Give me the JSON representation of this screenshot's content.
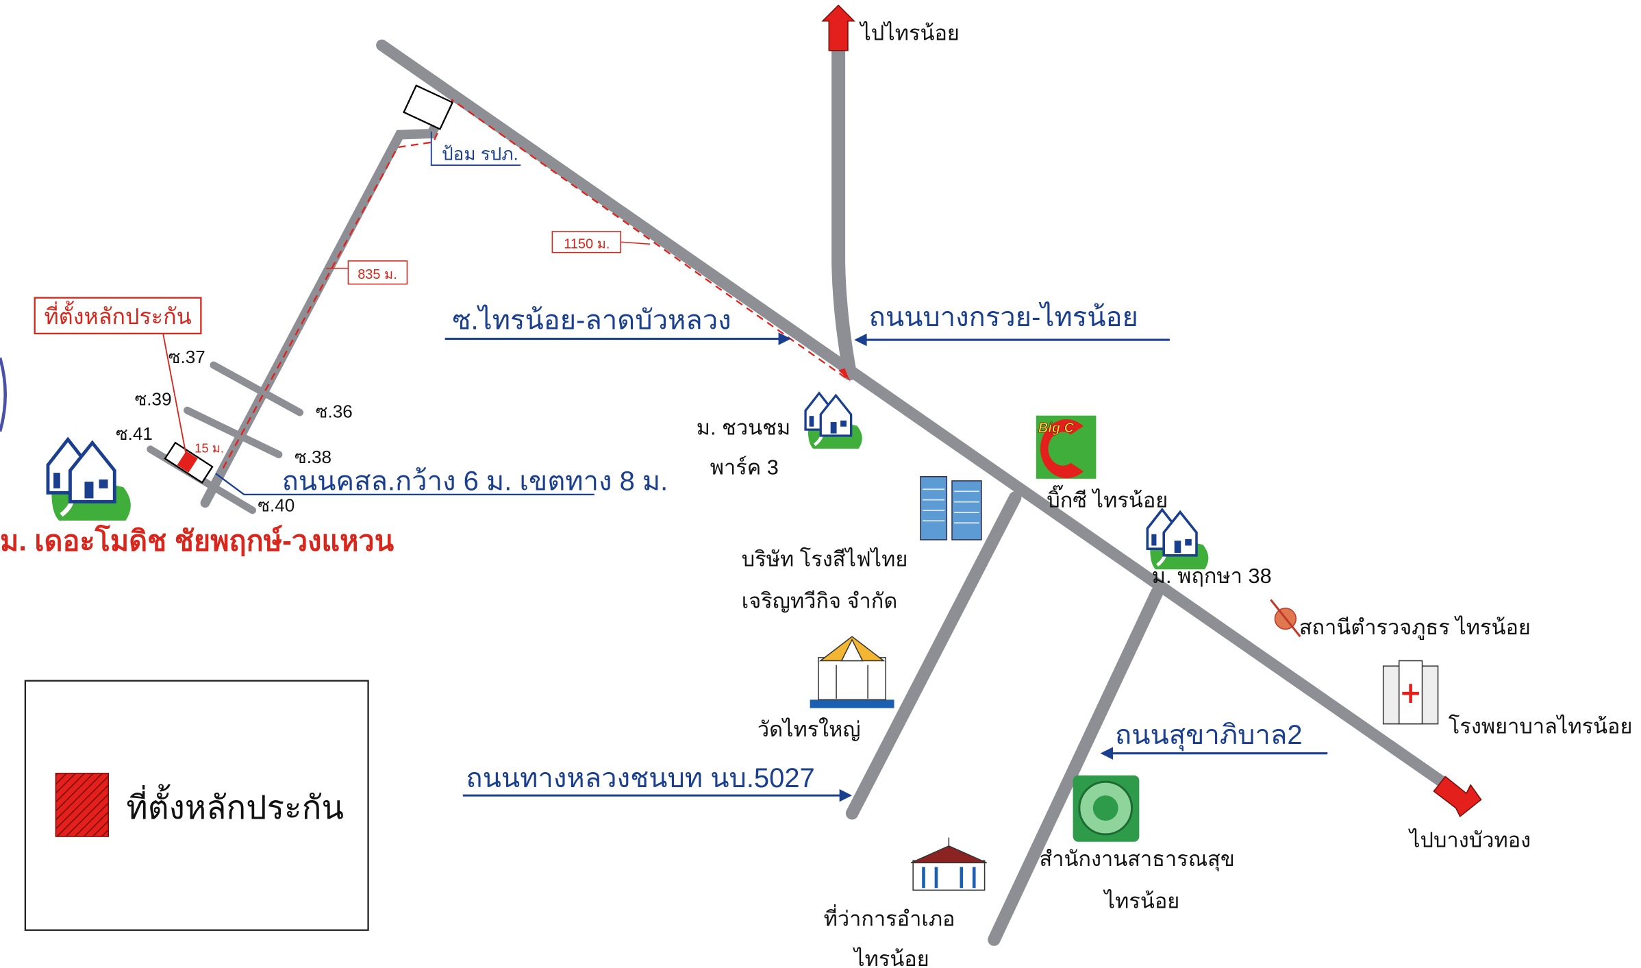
{
  "colors": {
    "road": "#8e8f95",
    "road_label": "#1b3f8f",
    "highlight": "#d8261c",
    "arrow": "#e3201b"
  },
  "directions": {
    "north": "ไปไทรน้อย",
    "southeast": "ไปบางบัวทอง"
  },
  "roads": {
    "soi_sainoi": "ซ.ไทรน้อย-ลาดบัวหลวง",
    "bangkruai": "ถนนบางกรวย-ไทรน้อย",
    "concrete": "ถนนคสล.กว้าง 6 ม. เขตทาง 8 ม.",
    "rural_road": "ถนนทางหลวงชนบท นบ.5027",
    "sukhaphiban": "ถนนสุขาภิบาล2"
  },
  "sois": [
    "ซ.37",
    "ซ.36",
    "ซ.39",
    "ซ.38",
    "ซ.41",
    "ซ.40"
  ],
  "distances": {
    "d1150": "1150 ม.",
    "d835": "835 ม.",
    "d15": "15 ม."
  },
  "landmarks": {
    "guard_booth": "ป้อม รปภ.",
    "collateral_callout": "ที่ตั้งหลักประกัน",
    "village_modish": "ม. เดอะโมดิช ชัยพฤกษ์-วงแหวน",
    "chuanchom_1": "ม. ชวนชม",
    "chuanchom_2": "พาร์ค 3",
    "bigc": "บิ๊กซี ไทรน้อย",
    "bigc_logo": "Big C",
    "company_1": "บริษัท โรงสีไฟไทย",
    "company_2": "เจริญทวีกิจ จำกัด",
    "pruksa": "ม. พฤกษา 38",
    "police": "สถานีตำรวจภูธร ไทรน้อย",
    "hospital": "โรงพยาบาลไทรน้อย",
    "temple": "วัดไทรใหญ่",
    "health_office_1": "สำนักงานสาธารณสุข",
    "health_office_2": "ไทรน้อย",
    "district_office_1": "ที่ว่าการอำเภอ",
    "district_office_2": "ไทรน้อย"
  },
  "legend": {
    "label": "ที่ตั้งหลักประกัน"
  }
}
